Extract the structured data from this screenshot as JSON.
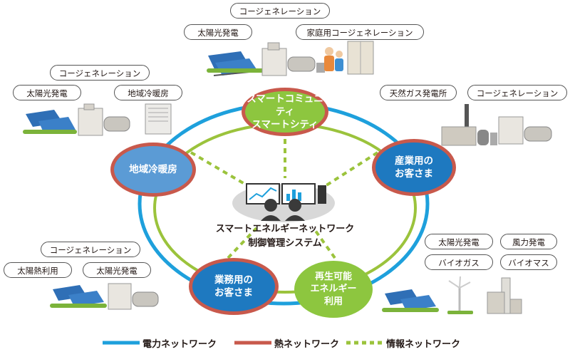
{
  "nodes": {
    "smart_community": [
      "スマートコミュニティ",
      "スマートシティ"
    ],
    "district_heating": [
      "地域冷暖房"
    ],
    "industrial": [
      "産業用の",
      "お客さま"
    ],
    "commercial": [
      "業務用の",
      "お客さま"
    ],
    "renewable": [
      "再生可能",
      "エネルギー",
      "利用"
    ]
  },
  "center": {
    "line1": "スマートエネルギーネットワーク",
    "line2": "制御管理システム"
  },
  "labels": {
    "top_cogen": "コージェネレーション",
    "top_solar": "太陽光発電",
    "top_home_cogen": "家庭用コージェネレーション",
    "left_cogen": "コージェネレーション",
    "left_solar": "太陽光発電",
    "left_district": "地域冷暖房",
    "right_gas_plant": "天然ガス発電所",
    "right_cogen": "コージェネレーション",
    "bl_cogen": "コージェネレーション",
    "bl_solar_heat": "太陽熱利用",
    "bl_solar": "太陽光発電",
    "br_solar": "太陽光発電",
    "br_wind": "風力発電",
    "br_biogas": "バイオガス",
    "br_biomass": "バイオマス"
  },
  "legend": {
    "power": "電力ネットワーク",
    "heat": "熱ネットワーク",
    "info": "情報ネットワーク"
  },
  "colors": {
    "power": "#1ea0dc",
    "heat": "#c8594c",
    "info": "#9bc33c",
    "node_blue": "#5b9bd5",
    "node_green": "#8dc63f"
  }
}
